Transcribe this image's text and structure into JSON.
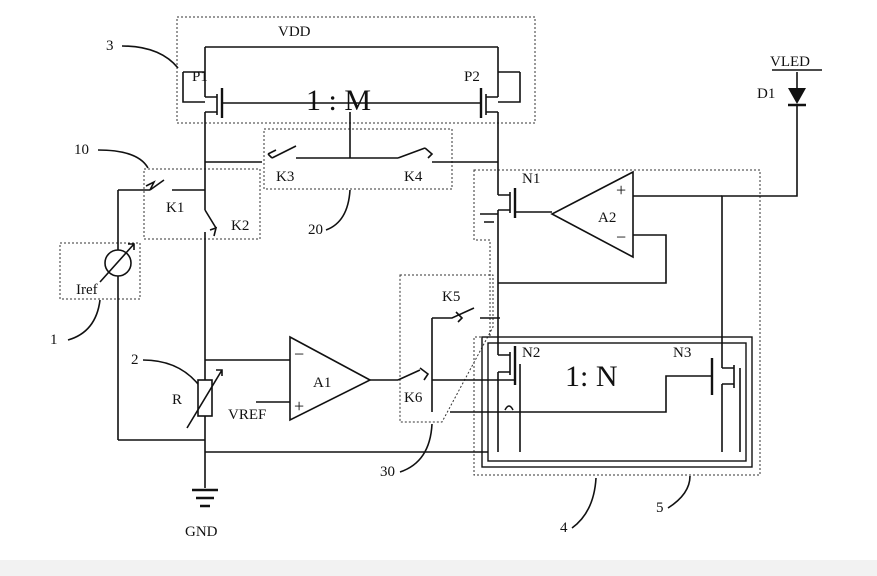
{
  "labels": {
    "vdd": "VDD",
    "vled": "VLED",
    "d1": "D1",
    "p1": "P1",
    "p2": "P2",
    "ratio_m": "1 : M",
    "k1": "K1",
    "k2": "K2",
    "k3": "K3",
    "k4": "K4",
    "k5": "K5",
    "k6": "K6",
    "n1": "N1",
    "n2": "N2",
    "n3": "N3",
    "ratio_n": "1: N",
    "a1": "A1",
    "a2": "A2",
    "iref": "Iref",
    "r": "R",
    "vref": "VREF",
    "gnd": "GND",
    "plus": "+",
    "minus": "−",
    "ref_1": "1",
    "ref_2": "2",
    "ref_3": "3",
    "ref_4": "4",
    "ref_5": "5",
    "ref_10": "10",
    "ref_20": "20",
    "ref_30": "30"
  }
}
